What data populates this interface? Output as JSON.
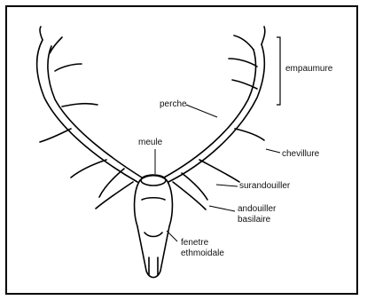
{
  "diagram": {
    "labels": {
      "empaumure": "empaumure",
      "perche": "perche",
      "meule": "meule",
      "chevillure": "chevillure",
      "surandouiller": "surandouiller",
      "andouiller_basilaire_1": "andouiller",
      "andouiller_basilaire_2": "basilaire",
      "fenetre_1": "fenetre",
      "fenetre_2": "ethmoidale"
    }
  }
}
